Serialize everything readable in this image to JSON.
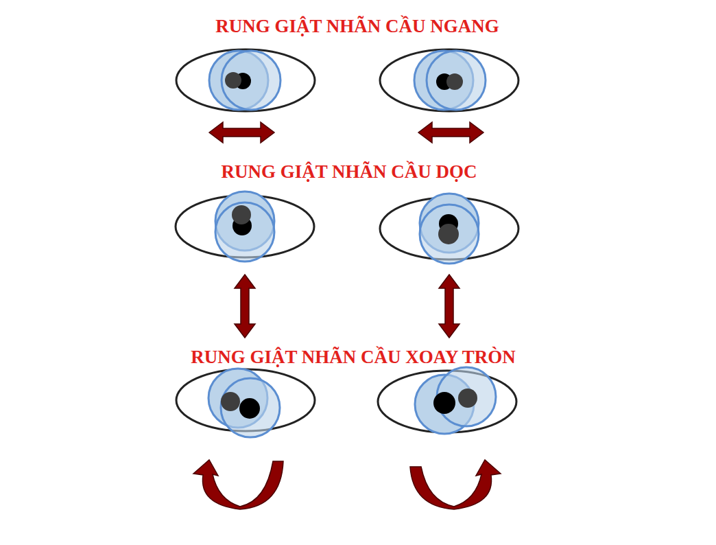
{
  "diagram": {
    "labels": [
      "RUNG GIẬT NHÃN CẦU NGANG",
      "RUNG GIẬT NHÃN CẦU DỌC",
      "RUNG GIẬT NHÃN CẦU XOAY TRÒN"
    ]
  }
}
